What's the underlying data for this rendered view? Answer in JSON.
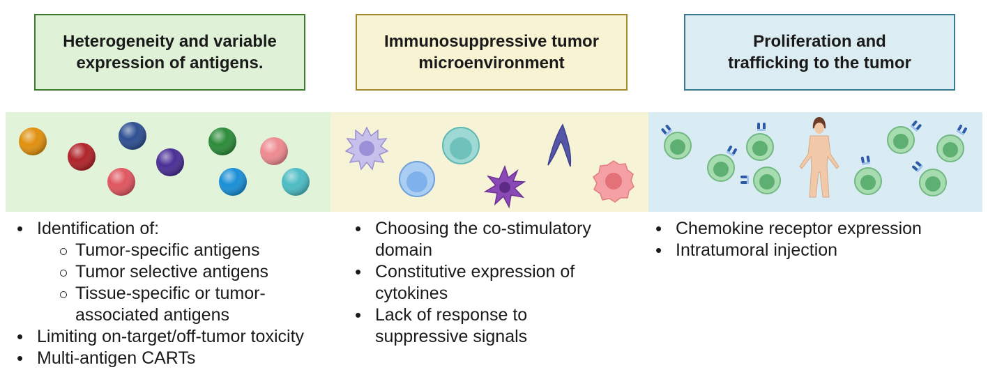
{
  "headers": [
    {
      "line1": "Heterogeneity and variable",
      "line2": "expression of antigens.",
      "fill": "#dff2d8",
      "border": "#3e7a2e"
    },
    {
      "line1": "Immunosuppressive tumor",
      "line2": "microenvironment",
      "fill": "#f8f3d3",
      "border": "#a08a2d"
    },
    {
      "line1": "Proliferation and",
      "line2": "trafficking to the tumor",
      "fill": "#dcecf3",
      "border": "#3a7a8e"
    }
  ],
  "bands": [
    {
      "color": "#e1f3d8",
      "icons": [
        "orange-sphere-icon",
        "red-sphere-icon",
        "navy-sphere-icon",
        "purple-sphere-icon",
        "green-sphere-icon",
        "pink-sphere-icon",
        "coral-sphere-icon",
        "blue-sphere-icon",
        "teal-sphere-icon"
      ]
    },
    {
      "color": "#f7f3d6",
      "icons": [
        "dendritic-cell-icon",
        "teal-cell-icon",
        "blue-cell-icon",
        "purple-spiky-cell-icon",
        "spindle-cell-icon",
        "pink-tumor-cell-icon"
      ]
    },
    {
      "color": "#d9ecf4",
      "icons": [
        "car-t-cell-icon",
        "human-body-icon"
      ]
    }
  ],
  "lists": [
    {
      "items": [
        {
          "level": 1,
          "lines": [
            "Identification of:"
          ]
        },
        {
          "level": 2,
          "lines": [
            "Tumor-specific antigens"
          ]
        },
        {
          "level": 2,
          "lines": [
            "Tumor selective antigens"
          ]
        },
        {
          "level": 2,
          "lines": [
            "Tissue-specific or tumor-",
            "associated antigens"
          ]
        },
        {
          "level": 1,
          "lines": [
            "Limiting on-target/off-tumor toxicity"
          ]
        },
        {
          "level": 1,
          "lines": [
            "Multi-antigen CARTs"
          ]
        }
      ]
    },
    {
      "items": [
        {
          "level": 1,
          "lines": [
            "Choosing the co-stimulatory",
            "domain"
          ]
        },
        {
          "level": 1,
          "lines": [
            "Constitutive expression of",
            "cytokines"
          ]
        },
        {
          "level": 1,
          "lines": [
            "Lack of response to",
            "suppressive signals"
          ]
        }
      ]
    },
    {
      "items": [
        {
          "level": 1,
          "lines": [
            "Chemokine receptor expression"
          ]
        },
        {
          "level": 1,
          "lines": [
            "Intratumoral injection"
          ]
        }
      ]
    }
  ]
}
